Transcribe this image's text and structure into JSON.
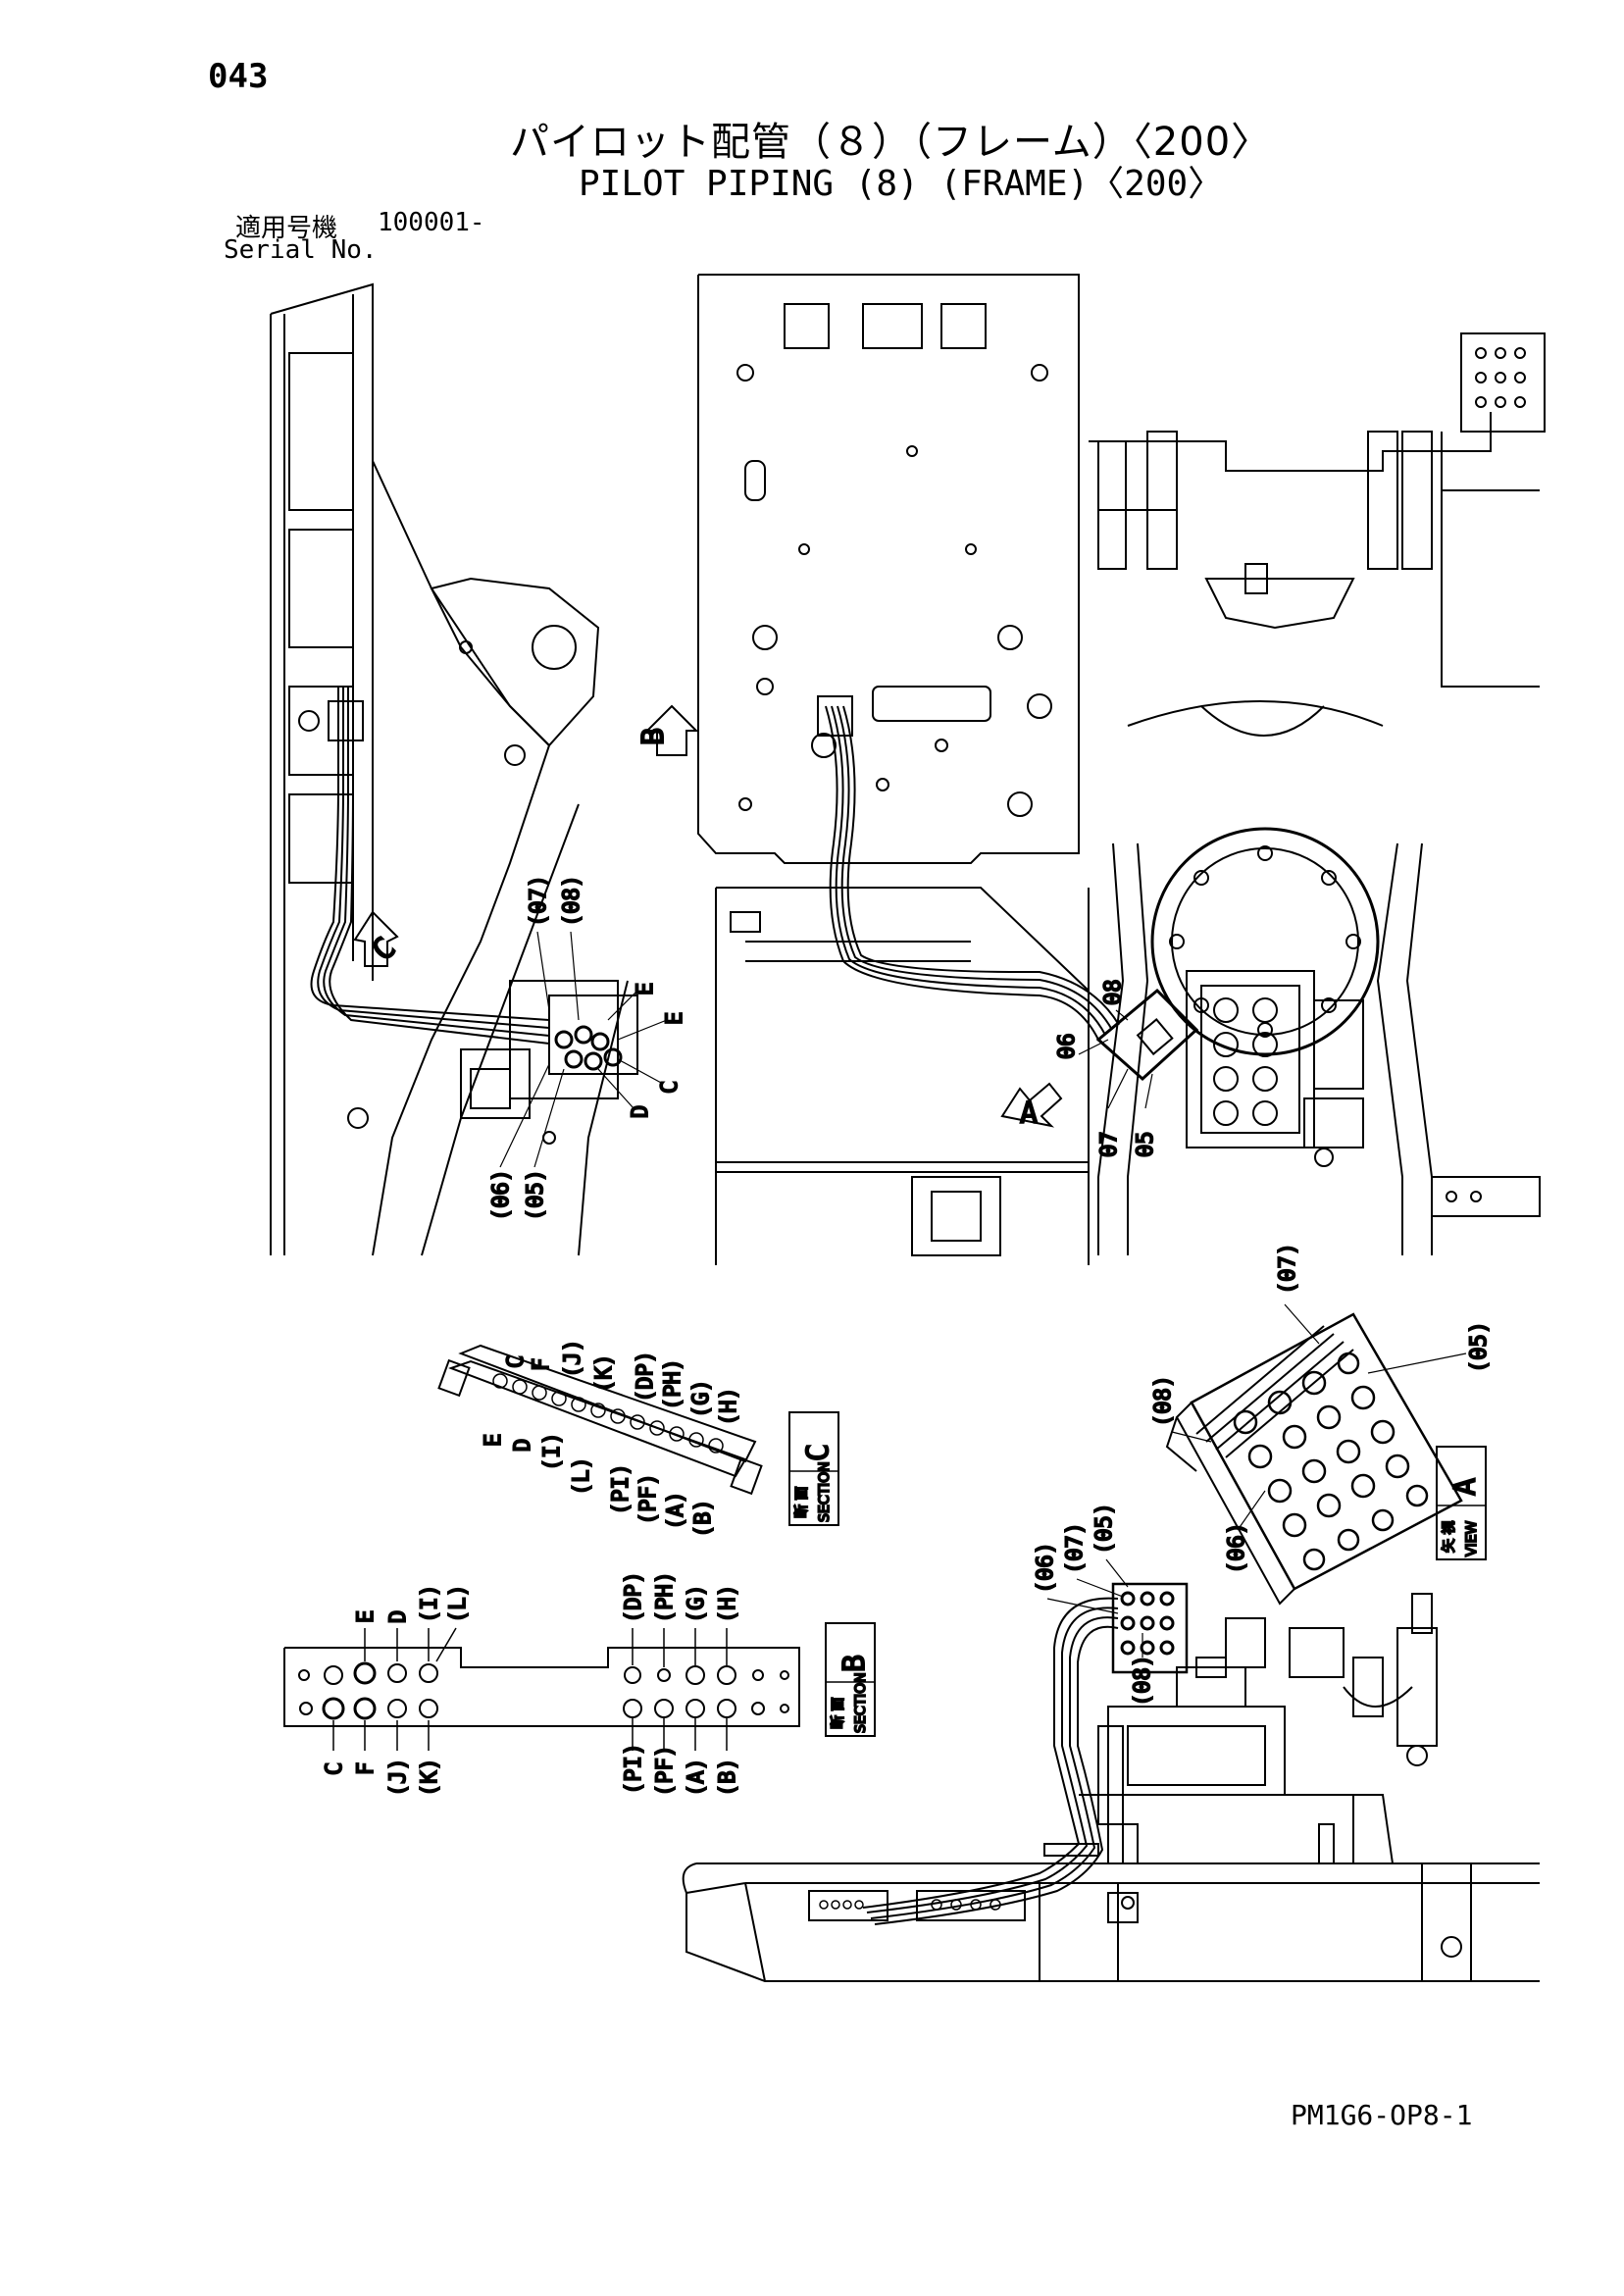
{
  "page_number": "043",
  "title_jp": "パイロット配管（８）（フレーム）〈200〉",
  "title_en": "PILOT PIPING (8) (FRAME)〈200〉",
  "serial_label_jp": "適用号機",
  "serial_value": "100001-",
  "serial_label_en": "Serial No.",
  "drawing_code": "PM1G6-OP8-1",
  "view_arrows": {
    "b": "B",
    "c": "C",
    "a": "A"
  },
  "left_view_callouts": {
    "p07": "(07)",
    "p08": "(08)",
    "e1": "E",
    "e2": "E",
    "c": "C",
    "d": "D",
    "p06": "(06)",
    "p05": "(05)"
  },
  "center_view_callouts": {
    "p06": "06",
    "p08": "08",
    "p07": "07",
    "p05": "05"
  },
  "section_c": {
    "label_jp": "断 面",
    "label_en": "SECTION",
    "letter": "C",
    "ports": [
      "C",
      "F",
      "(J)",
      "(K)",
      "(DP)",
      "(PH)",
      "(G)",
      "(H)",
      "E",
      "D",
      "(I)",
      "(L)",
      "(PI)",
      "(PF)",
      "(A)",
      "(B)"
    ]
  },
  "section_b": {
    "label_jp": "断 面",
    "label_en": "SECTION",
    "letter": "B",
    "top_left": [
      "E",
      "D",
      "(I)",
      "(L)"
    ],
    "top_right": [
      "(DP)",
      "(PH)",
      "(G)",
      "(H)"
    ],
    "bottom_left": [
      "C",
      "F",
      "(J)",
      "(K)"
    ],
    "bottom_right": [
      "(PI)",
      "(PF)",
      "(A)",
      "(B)"
    ]
  },
  "view_a": {
    "label_jp": "矢 視",
    "label_en": "VIEW",
    "letter": "A",
    "callouts": {
      "p07": "(07)",
      "p05": "(05)",
      "p08": "(08)",
      "p06": "(06)"
    }
  },
  "lower_view_callouts": {
    "p06": "(06)",
    "p07": "(07)",
    "p05": "(05)",
    "p08": "(08)"
  }
}
